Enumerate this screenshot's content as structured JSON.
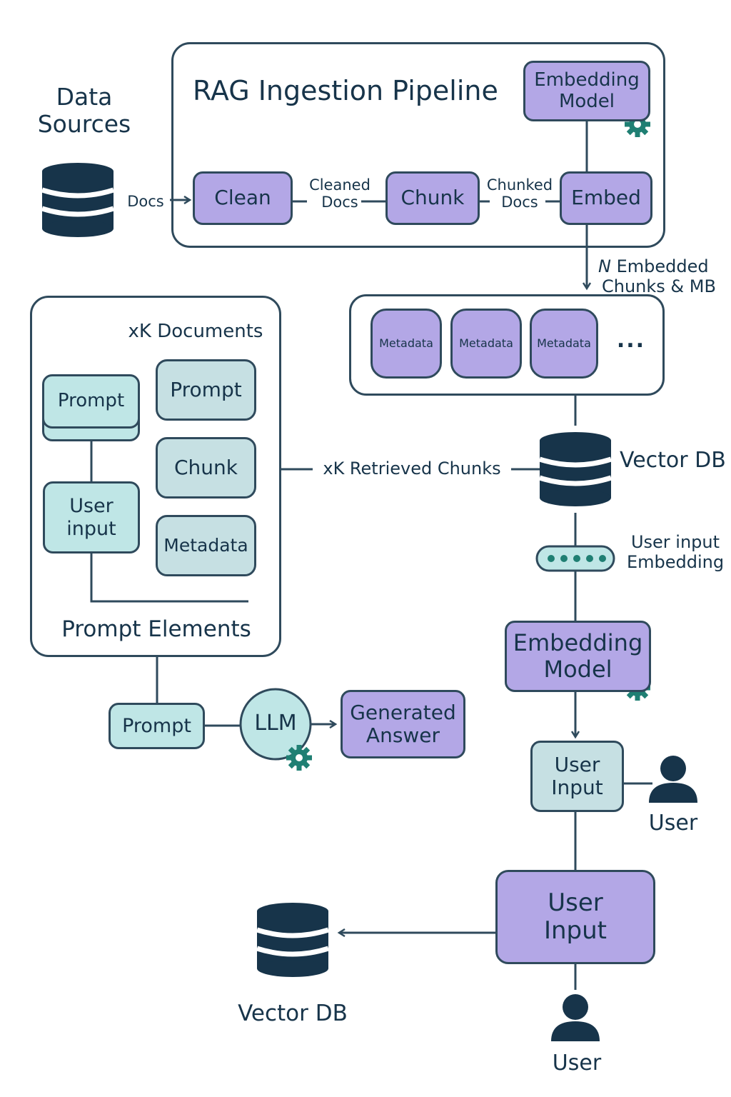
{
  "data_sources": {
    "title_line1": "Data",
    "title_line2": "Sources",
    "docs_label": "Docs"
  },
  "pipeline": {
    "title": "RAG Ingestion Pipeline",
    "embedding_model": {
      "line1": "Embedding",
      "line2": "Model"
    },
    "steps": {
      "clean": "Clean",
      "chunk": "Chunk",
      "embed": "Embed"
    },
    "cleaned_docs": {
      "line1": "Cleaned",
      "line2": "Docs"
    },
    "chunked_docs": {
      "line1": "Chunked",
      "line2": "Docs"
    }
  },
  "embedded_chunks": {
    "n": "N",
    "line1_rest": " Embedded",
    "line2": "Chunks & MB"
  },
  "metadata": {
    "items": [
      "Metadata",
      "Metadata",
      "Metadata"
    ],
    "ellipsis": "..."
  },
  "vector_db_right": {
    "label": "Vector DB"
  },
  "retrieved_label": "xK Retrieved Chunks",
  "prompt_elements": {
    "xk_documents": "xK Documents",
    "prompt_left": "Prompt",
    "user_input": {
      "line1": "User",
      "line2": "input"
    },
    "prompt_right": "Prompt",
    "chunk": "Chunk",
    "metadata": "Metadata",
    "title": "Prompt Elements"
  },
  "bottom_flow": {
    "prompt": "Prompt",
    "llm": "LLM",
    "generated_answer": {
      "line1": "Generated",
      "line2": "Answer"
    }
  },
  "user_input_embedding": {
    "line1": "User input",
    "line2": "Embedding"
  },
  "embedding_model_2": {
    "line1": "Embedding",
    "line2": "Model"
  },
  "user_input_small": {
    "line1": "User",
    "line2": "Input"
  },
  "user_1": {
    "label": "User"
  },
  "user_input_large": {
    "line1": "User",
    "line2": "Input"
  },
  "user_2": {
    "label": "User"
  },
  "vector_db_bottom": {
    "label": "Vector DB"
  },
  "colors": {
    "purple": "#b3a7e6",
    "teal": "#bfe6e6",
    "navy": "#17344a",
    "gear": "#1f7f73"
  }
}
